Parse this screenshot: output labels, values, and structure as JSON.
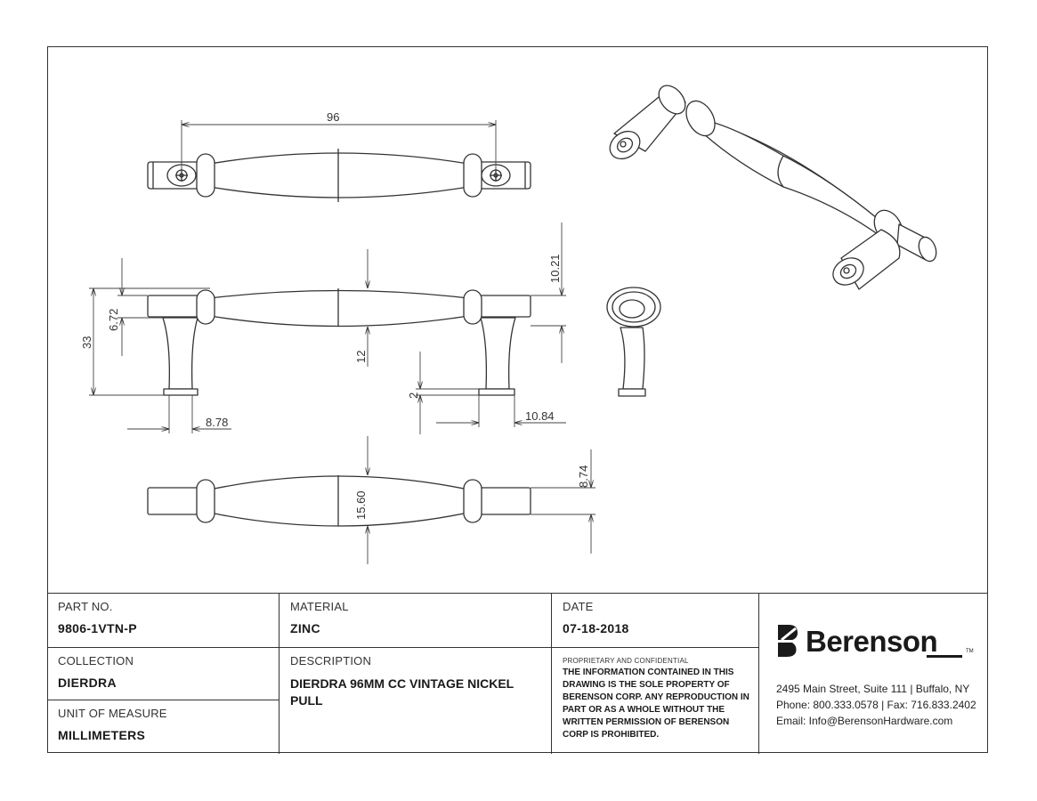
{
  "dimensions": {
    "cc": "96",
    "height_total": "33",
    "post_offset": "6.72",
    "base_dia": "8.78",
    "bar_thickness": "12",
    "top_offset": "10.21",
    "foot_height": "2",
    "foot_dia": "10.84",
    "bar_width": "15.60",
    "end_width": "8.74"
  },
  "title_block": {
    "part_no_label": "PART NO.",
    "part_no": "9806-1VTN-P",
    "material_label": "MATERIAL",
    "material": "ZINC",
    "date_label": "DATE",
    "date": "07-18-2018",
    "collection_label": "COLLECTION",
    "collection": "DIERDRA",
    "description_label": "DESCRIPTION",
    "description": "DIERDRA 96MM CC VINTAGE NICKEL PULL",
    "uom_label": "UNIT OF MEASURE",
    "uom": "MILLIMETERS",
    "proprietary_label": "PROPRIETARY AND CONFIDENTIAL",
    "notice": "THE INFORMATION CONTAINED IN THIS DRAWING IS THE SOLE PROPERTY OF BERENSON CORP. ANY REPRODUCTION IN PART OR AS A WHOLE WITHOUT THE WRITTEN PERMISSION OF BERENSON CORP IS PROHIBITED."
  },
  "company": {
    "name": "Berenson",
    "trademark": "TM",
    "address": "2495 Main Street, Suite 111 | Buffalo, NY",
    "phone": "Phone: 800.333.0578 | Fax: 716.833.2402",
    "email": "Email: Info@BerensonHardware.com"
  },
  "icons": [
    "berenson-logo-icon"
  ]
}
